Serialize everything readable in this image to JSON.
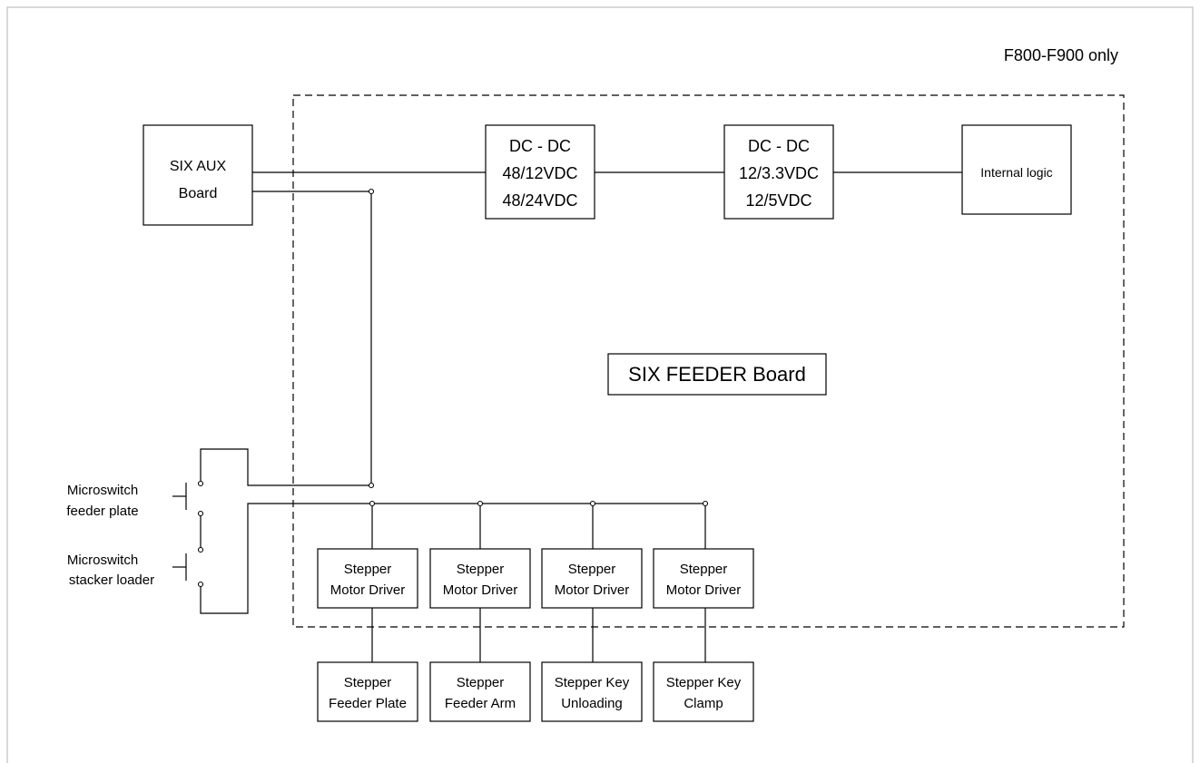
{
  "corner_note": "F800-F900 only",
  "board_label": "SIX FEEDER Board",
  "aux_board": [
    "SIX AUX",
    "Board"
  ],
  "dcdc_1": [
    "DC - DC",
    "48/12VDC",
    "48/24VDC"
  ],
  "dcdc_2": [
    "DC - DC",
    "12/3.3VDC",
    "12/5VDC"
  ],
  "internal_logic": "Internal logic",
  "microswitches": [
    [
      "Microswitch",
      "feeder plate"
    ],
    [
      "Microswitch",
      "stacker loader"
    ]
  ],
  "drivers": [
    [
      "Stepper",
      "Motor Driver"
    ],
    [
      "Stepper",
      "Motor Driver"
    ],
    [
      "Stepper",
      "Motor Driver"
    ],
    [
      "Stepper",
      "Motor Driver"
    ]
  ],
  "motors": [
    [
      "Stepper",
      "Feeder Plate"
    ],
    [
      "Stepper",
      "Feeder Arm"
    ],
    [
      "Stepper Key",
      "Unloading"
    ],
    [
      "Stepper Key",
      "Clamp"
    ]
  ]
}
